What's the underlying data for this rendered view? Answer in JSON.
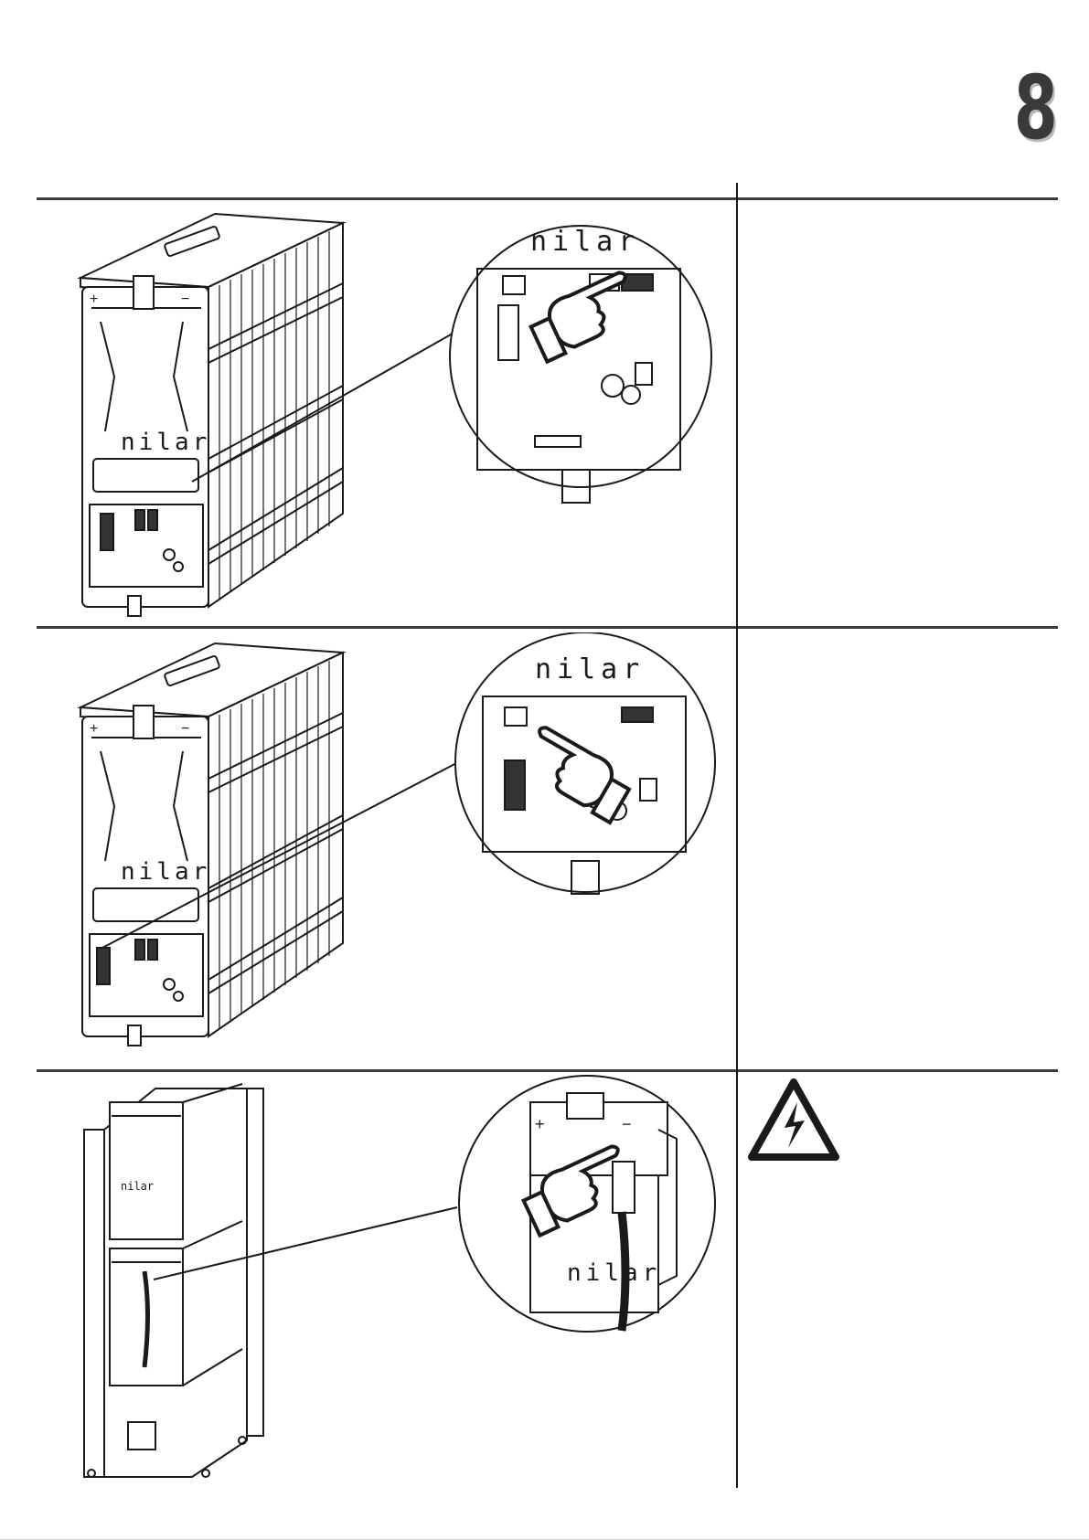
{
  "page": {
    "number": "8"
  },
  "brand": {
    "logo_text": "nilar"
  },
  "steps": [
    {
      "id": 1,
      "plus": "+",
      "minus": "−",
      "pointing_at": "upper-right-connector"
    },
    {
      "id": 2,
      "plus": "+",
      "minus": "−",
      "pointing_at": "left-side-connector"
    },
    {
      "id": 3,
      "plus": "+",
      "minus": "−",
      "pointing_at": "terminal-cable"
    }
  ],
  "icons": {
    "warning": "electrical-hazard-icon",
    "pointer": "pointing-hand-icon"
  },
  "colors": {
    "line": "#1a1a1a",
    "rule": "#3c3c3c",
    "page_number": "#3a3a3a"
  }
}
